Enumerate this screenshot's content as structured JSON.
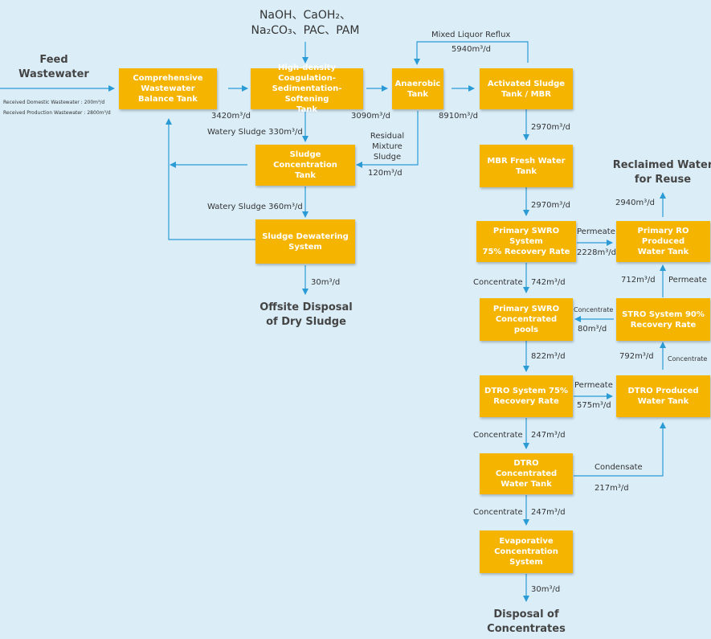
{
  "colors": {
    "background": "#dbeef8",
    "box": "#f4b400",
    "arrow": "#2b9bd6"
  },
  "inputs": {
    "feed": "Feed\nWastewater",
    "domestic": "Received Domestic Wastewater : 200m³/d",
    "production": "Received Production Wastewater : 2800m³/d",
    "chemicals": "NaOH、CaOH₂、\nNa₂CO₃、PAC、PAM"
  },
  "boxes": {
    "balance": "Comprehensive\nWastewater\nBalance Tank",
    "coag": "High-density Coagulation-\nSedimentation-Softening\nTank",
    "anaerobic": "Anaerobic\nTank",
    "activated": "Activated Sludge\nTank / MBR",
    "sludge_conc": "Sludge Concentration\nTank",
    "sludge_dew": "Sludge Dewatering\nSystem",
    "mbr": "MBR Fresh Water\nTank",
    "swro": "Primary SWRO System\n75% Recovery Rate",
    "ro_prod": "Primary RO Produced\nWater Tank",
    "swro_conc": "Primary SWRO\nConcentrated pools",
    "stro": "STRO System 90%\nRecovery Rate",
    "dtro": "DTRO System 75%\nRecovery Rate",
    "dtro_prod": "DTRO Produced\nWater Tank",
    "dtro_conc": "DTRO Concentrated\nWater Tank",
    "evap": "Evaporative\nConcentration\nSystem"
  },
  "labels": {
    "mixed_reflux": "Mixed Liquor Reflux",
    "f5940": "5940m³/d",
    "f3420": "3420m³/d",
    "f3090": "3090m³/d",
    "f8910": "8910m³/d",
    "watery330": "Watery Sludge 330m³/d",
    "residual": "Residual\nMixture\nSludge",
    "f120": "120m³/d",
    "watery360": "Watery Sludge 360m³/d",
    "f30a": "30m³/d",
    "f2970a": "2970m³/d",
    "f2970b": "2970m³/d",
    "permeate1": "Permeate",
    "f2228": "2228m³/d",
    "f2940": "2940m³/d",
    "concentrate1": "Concentrate",
    "f742": "742m³/d",
    "f712": "712m³/d",
    "permeate2": "Permeate",
    "concentrate_small": "Concentrate",
    "f80": "80m³/d",
    "f822": "822m³/d",
    "f792": "792m³/d",
    "concentrate2": "Concentrate",
    "permeate3": "Permeate",
    "f575": "575m³/d",
    "concentrate3": "Concentrate",
    "f247a": "247m³/d",
    "condensate": "Condensate",
    "f217": "217m³/d",
    "concentrate4": "Concentrate",
    "f247b": "247m³/d",
    "f30b": "30m³/d"
  },
  "outputs": {
    "reclaimed": "Reclaimed Water\nfor Reuse",
    "offsite": "Offsite Disposal\nof Dry Sludge",
    "disposal": "Disposal  of\nConcentrates"
  }
}
